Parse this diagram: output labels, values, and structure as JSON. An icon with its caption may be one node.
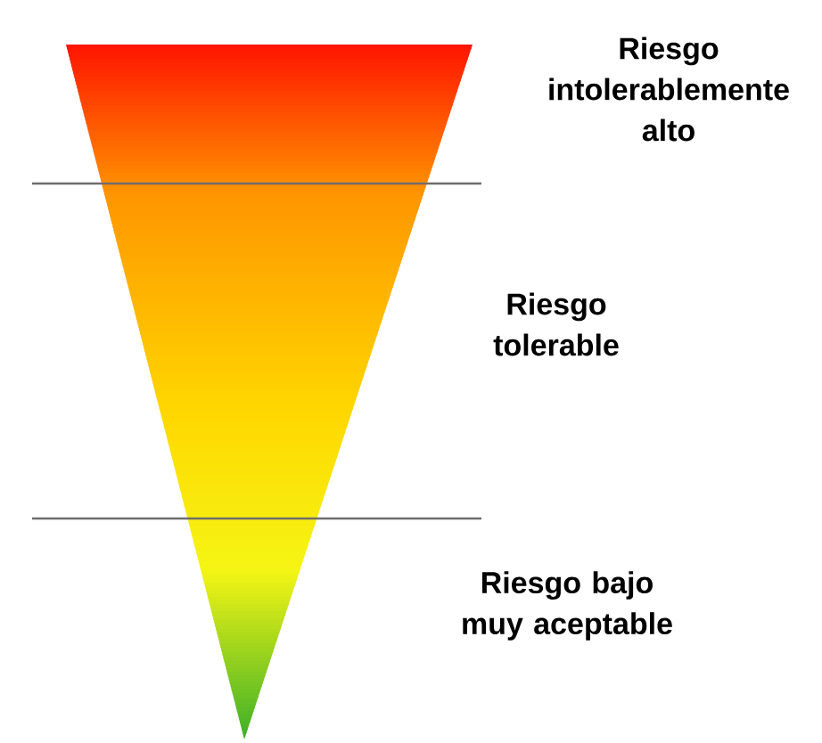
{
  "diagram": {
    "labels": [
      "Riesgo intolerablemente alto",
      "Riesgo tolerable",
      "Riesgo bajo muy aceptable"
    ]
  }
}
